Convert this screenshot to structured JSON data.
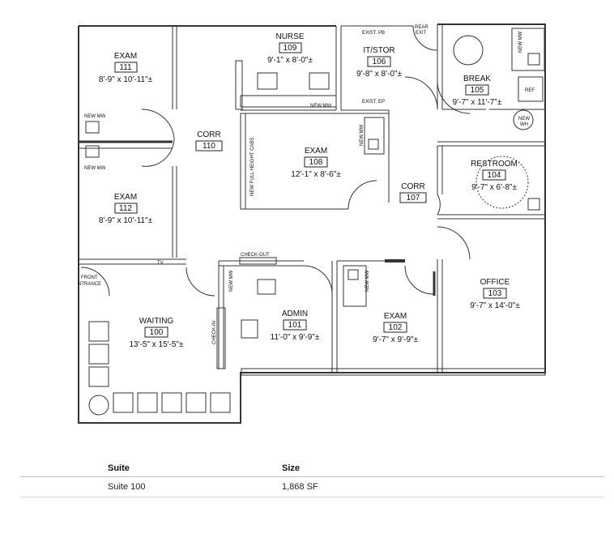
{
  "floor_plan": {
    "rooms": [
      {
        "id": "exam-111",
        "name": "EXAM",
        "number": "111",
        "dims": "8'-9\" x 10'-11\"±"
      },
      {
        "id": "nurse-109",
        "name": "NURSE",
        "number": "109",
        "dims": "9'-1\" x 8'-0\"±"
      },
      {
        "id": "it-stor-106",
        "name": "IT/STOR",
        "number": "106",
        "dims": "9'-8\" x 8'-0\"±"
      },
      {
        "id": "break-105",
        "name": "BREAK",
        "number": "105",
        "dims": "9'-7\" x 11'-7\"±"
      },
      {
        "id": "corr-110",
        "name": "CORR",
        "number": "110",
        "dims": ""
      },
      {
        "id": "exam-108",
        "name": "EXAM",
        "number": "108",
        "dims": "12'-1\" x 8'-6\"±"
      },
      {
        "id": "corr-107",
        "name": "CORR",
        "number": "107",
        "dims": ""
      },
      {
        "id": "restroom-104",
        "name": "RESTROOM",
        "number": "104",
        "dims": "9'-7\" x 6'-8\"±"
      },
      {
        "id": "exam-112",
        "name": "EXAM",
        "number": "112",
        "dims": "8'-9\" x 10'-11\"±"
      },
      {
        "id": "office-103",
        "name": "OFFICE",
        "number": "103",
        "dims": "9'-7\" x 14'-0\"±"
      },
      {
        "id": "waiting-100",
        "name": "WAITING",
        "number": "100",
        "dims": "13'-5\" x 15'-5\"±"
      },
      {
        "id": "admin-101",
        "name": "ADMIN",
        "number": "101",
        "dims": "11'-0\" x 9'-9\"±"
      },
      {
        "id": "exam-102",
        "name": "EXAM",
        "number": "102",
        "dims": "9'-7\" x 9'-9\"±"
      }
    ],
    "notes": {
      "new_mw_1": "NEW MW",
      "new_mw_2": "NEW MW",
      "new_mw_3": "NEW MW",
      "new_mw_4": "NEW MW",
      "new_mw_5": "NEW MW",
      "new_mw_6": "NEW MW",
      "new_mw_7": "NEW MW",
      "exist_pb": "EXIST. PB",
      "exist_ep": "EXIST. EP",
      "rear_exit_1": "REAR",
      "rear_exit_2": "EXIT",
      "ref": "REF",
      "new_wh_1": "NEW",
      "new_wh_2": "WH",
      "new_full_height_cabs": "NEW FULL HEIGHT CABS",
      "check_out": "CHECK-OUT",
      "check_in": "CHECK-IN",
      "tv": "TV",
      "front_entrance_1": "FRONT",
      "front_entrance_2": "NTRANCE"
    }
  },
  "table": {
    "headers": [
      "Suite",
      "Size"
    ],
    "rows": [
      [
        "Suite 100",
        "1,868 SF"
      ]
    ]
  }
}
